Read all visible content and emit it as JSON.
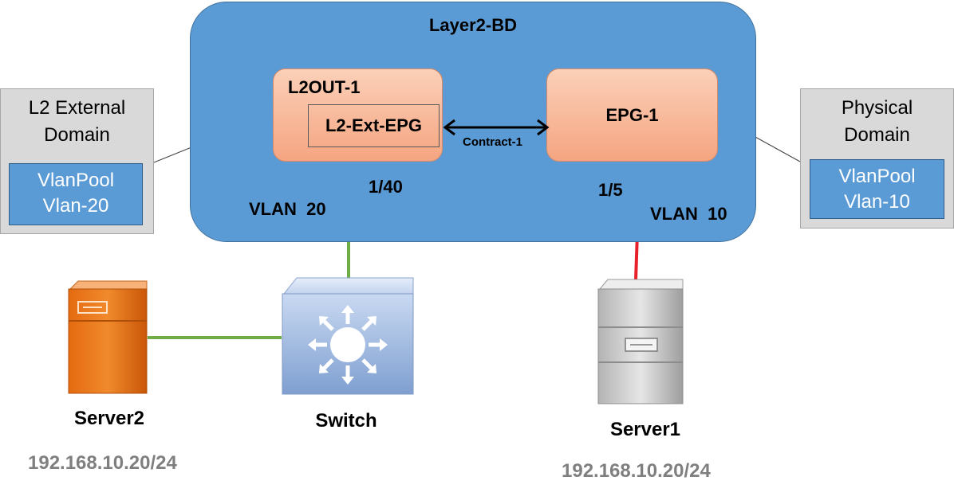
{
  "bridge_domain": {
    "title": "Layer2-BD"
  },
  "l2out": {
    "title": "L2OUT-1",
    "ext_epg": "L2-Ext-EPG"
  },
  "epg": {
    "title": "EPG-1"
  },
  "contract": {
    "label": "Contract-1"
  },
  "ports": {
    "l2out_port": "1/40",
    "epg_port": "1/5"
  },
  "vlans": {
    "left": "VLAN  20",
    "right": "VLAN  10"
  },
  "domains": {
    "left": {
      "line1": "L2 External",
      "line2": "Domain",
      "pool_line1": "VlanPool",
      "pool_line2": "Vlan-20"
    },
    "right": {
      "line1": "Physical",
      "line2": "Domain",
      "pool_line1": "VlanPool",
      "pool_line2": "Vlan-10"
    }
  },
  "devices": {
    "server2": {
      "name": "Server2",
      "ip": "192.168.10.20/24"
    },
    "switch": {
      "name": "Switch"
    },
    "server1": {
      "name": "Server1",
      "ip": "192.168.10.20/24"
    }
  },
  "colors": {
    "bd_fill": "#5b9bd5",
    "epg_fill": "#f8b99a",
    "vlan20_link": "#70ad47",
    "vlan10_link": "#e8202a",
    "ip_text": "#7f7f7f"
  },
  "icons": {
    "switch": "multilayer-switch-icon",
    "server2": "server-orange-icon",
    "server1": "server-gray-icon"
  }
}
